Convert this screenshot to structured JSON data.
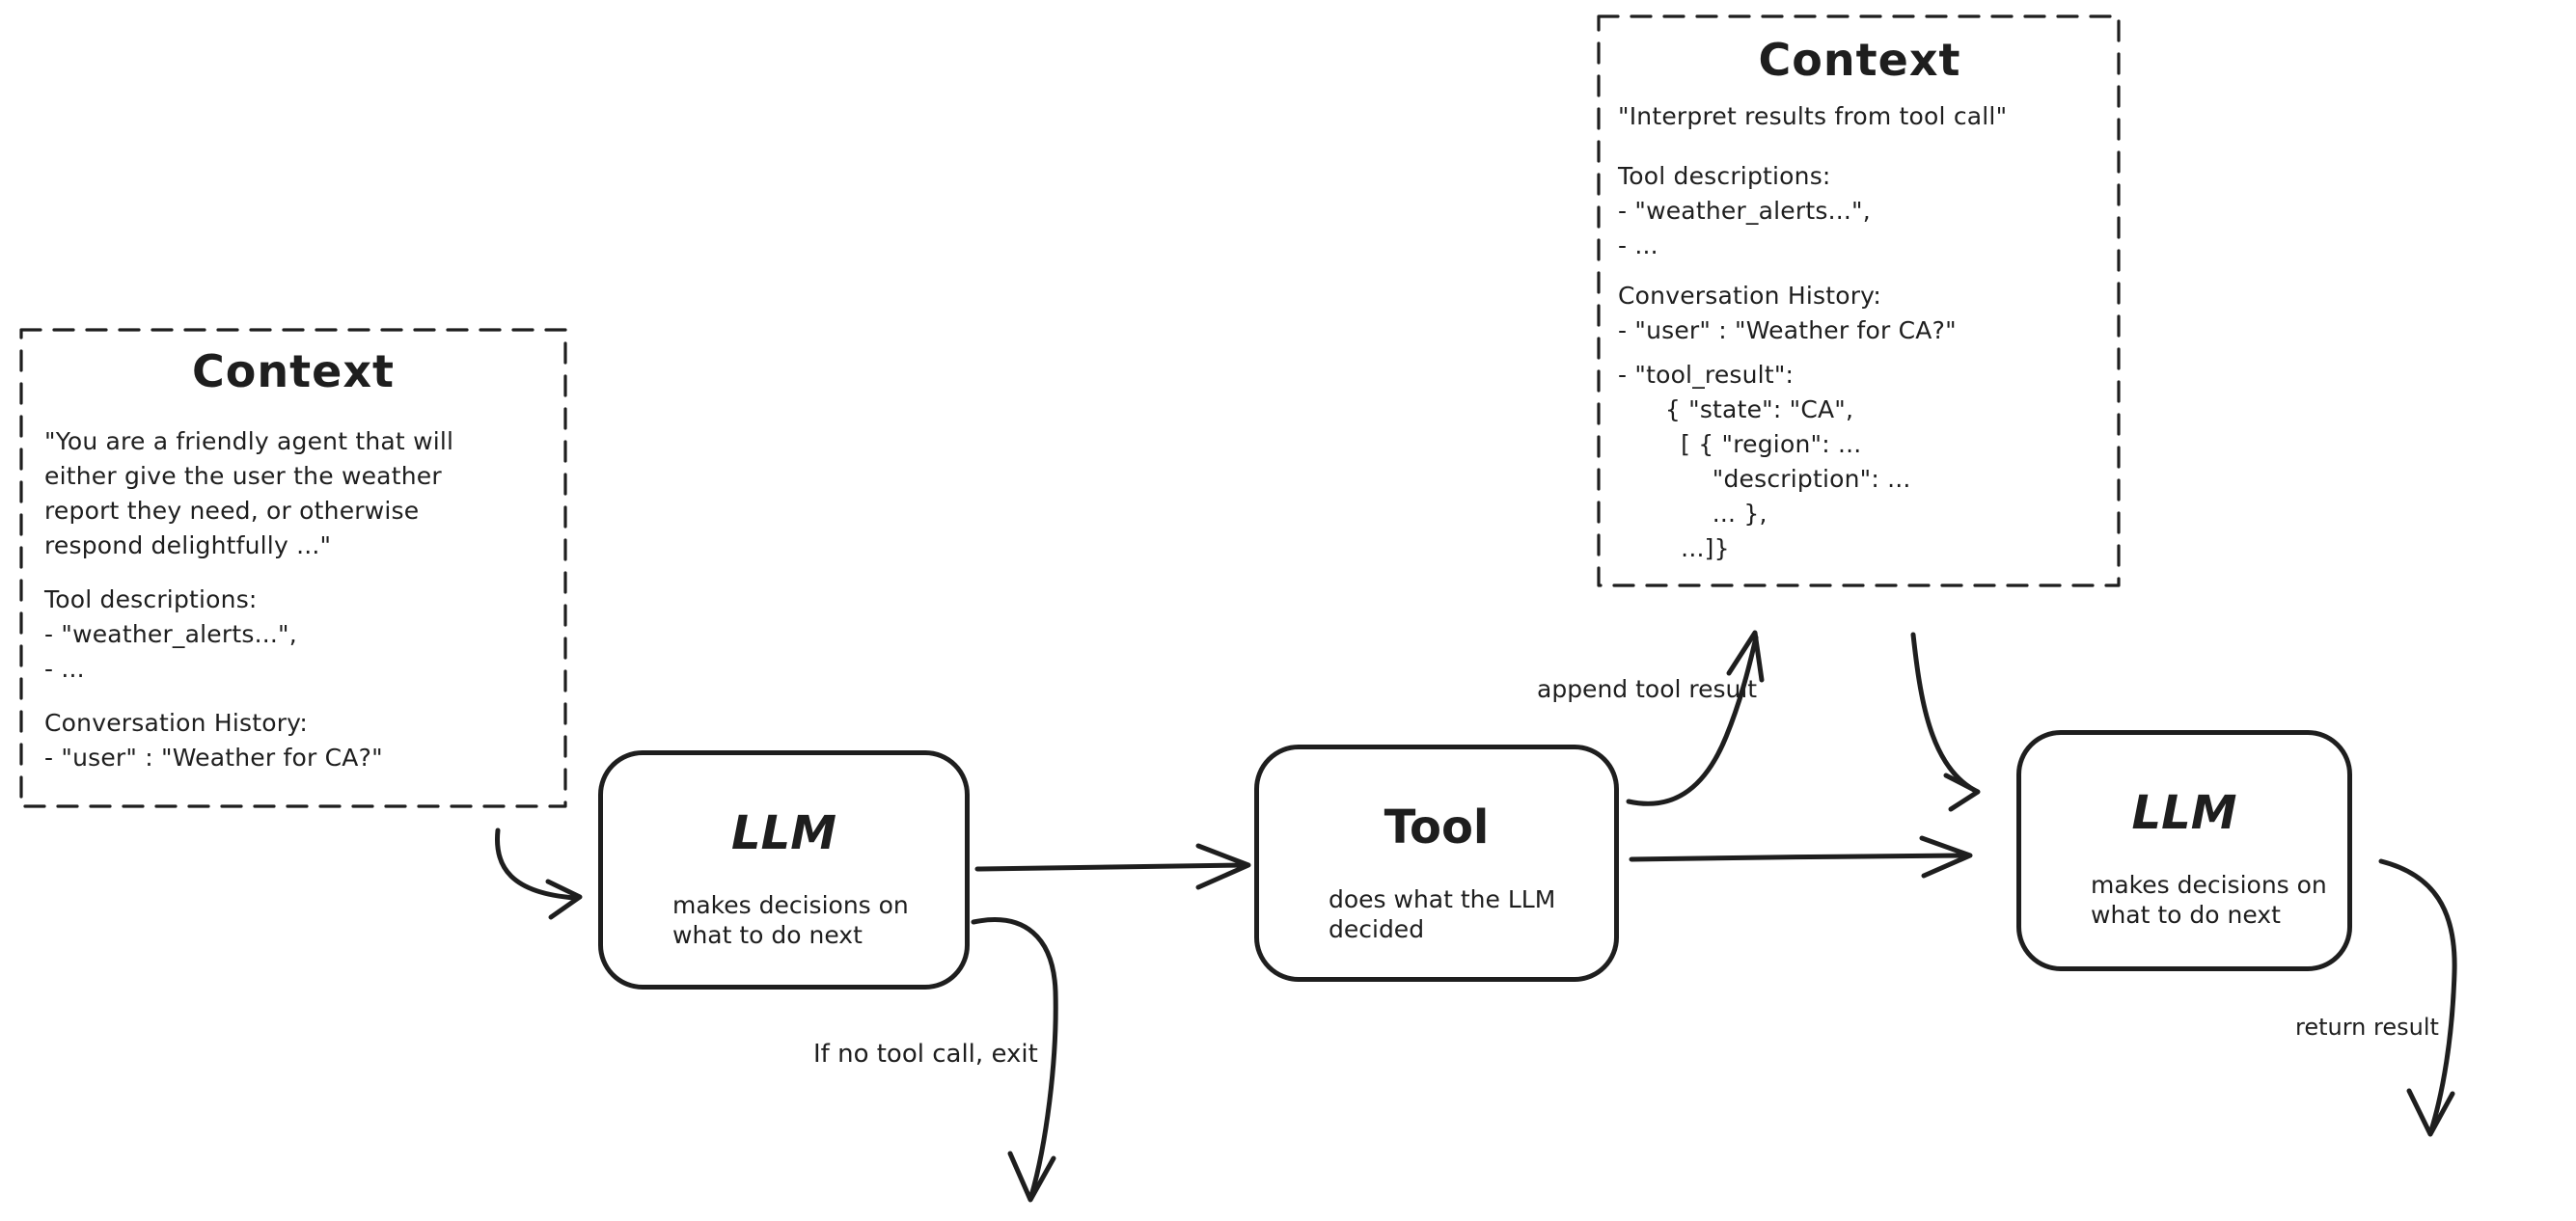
{
  "colors": {
    "stroke": "#1e1e1e",
    "background": "#ffffff"
  },
  "nodes": {
    "context_initial": {
      "title": "Context",
      "system_prompt": "\"You are a friendly agent that will\neither give the user the weather\nreport they need, or otherwise\nrespond delightfully ...\"",
      "tool_descriptions": "Tool descriptions:\n- \"weather_alerts...\",\n- ...",
      "conversation_history": "Conversation History:\n- \"user\" : \"Weather for CA?\""
    },
    "context_tool_result": {
      "title": "Context",
      "instruction": "\"Interpret results from tool call\"",
      "tool_descriptions": "Tool descriptions:\n- \"weather_alerts...\",\n- ...",
      "conversation_history": "Conversation History:\n- \"user\" : \"Weather for CA?\"",
      "tool_result": "- \"tool_result\":\n      { \"state\": \"CA\",\n        [ { \"region\": ...\n            \"description\": ...\n            ... },\n        ...]}"
    },
    "llm_first": {
      "title": "LLM",
      "description": "makes decisions on\nwhat to do next"
    },
    "tool": {
      "title": "Tool",
      "description": "does what the LLM\ndecided"
    },
    "llm_second": {
      "title": "LLM",
      "description": "makes decisions on\nwhat to do next"
    }
  },
  "edge_labels": {
    "append_tool_result": "append tool result",
    "if_no_tool_call_exit": "If no tool call, exit",
    "return_result": "return result"
  }
}
